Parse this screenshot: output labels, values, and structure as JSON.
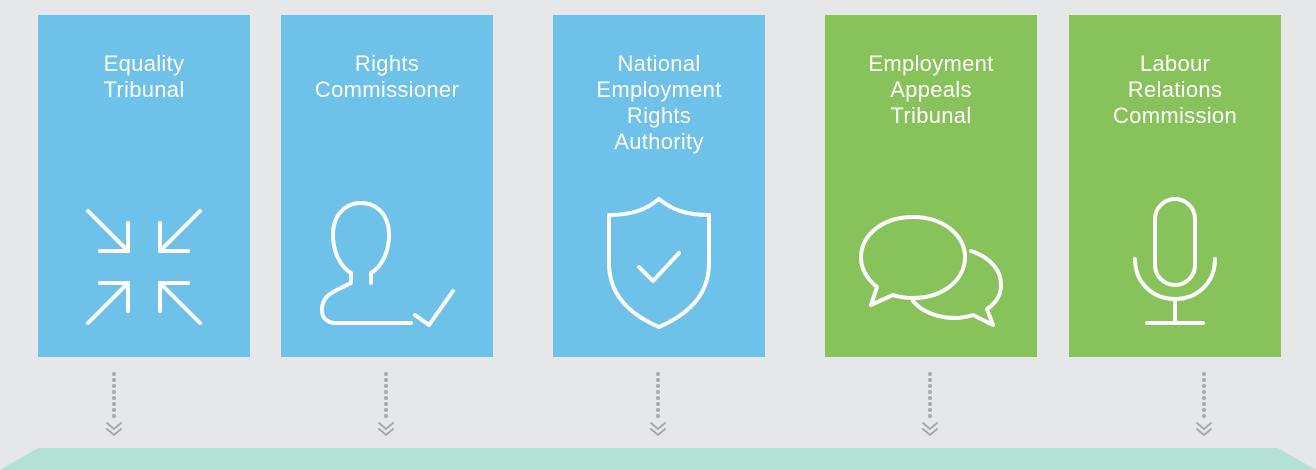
{
  "colors": {
    "background": "#e6e7e8",
    "blue": "#6ec1e8",
    "green": "#87c35a",
    "connector": "#a7a9ac",
    "base": "#b3e1d6"
  },
  "boxes": [
    {
      "title": "Equality\nTribunal",
      "color": "blue",
      "icon": "compress-arrows-icon"
    },
    {
      "title": "Rights\nCommissioner",
      "color": "blue",
      "icon": "user-check-icon"
    },
    {
      "title": "National\nEmployment\nRights\nAuthority",
      "color": "blue",
      "icon": "shield-check-icon"
    },
    {
      "title": "Employment\nAppeals\nTribunal",
      "color": "green",
      "icon": "speech-bubbles-icon"
    },
    {
      "title": "Labour\nRelations\nCommission",
      "color": "green",
      "icon": "microphone-icon"
    }
  ]
}
